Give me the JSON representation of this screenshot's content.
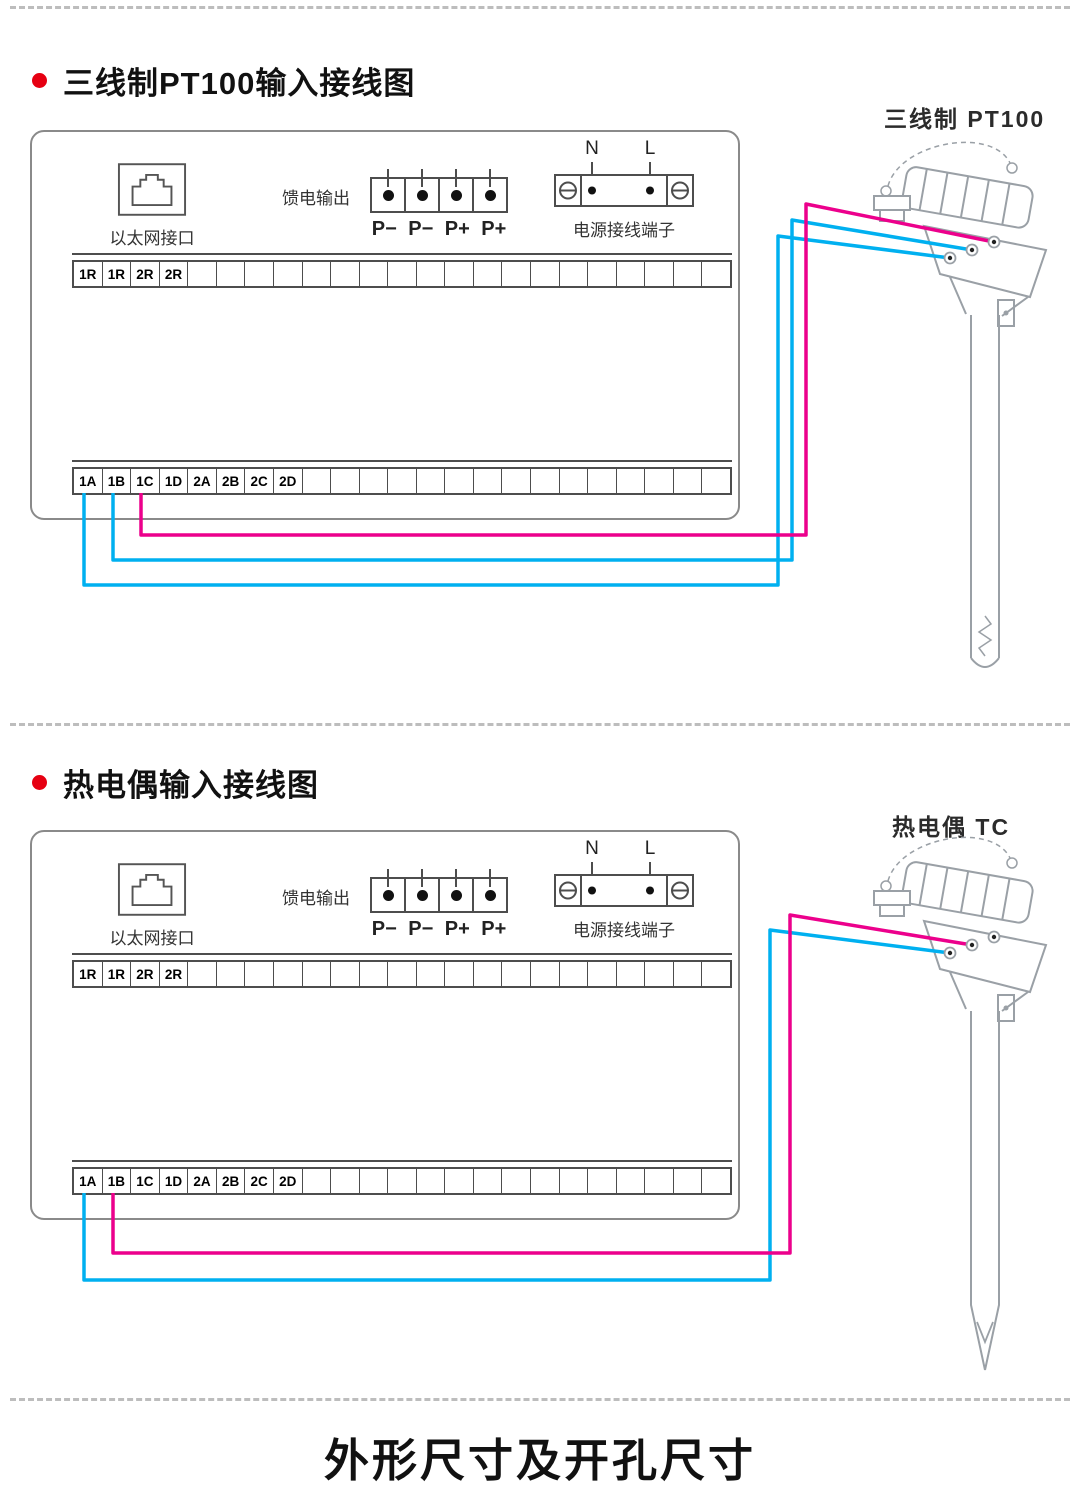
{
  "page": {
    "bullet_red": "#e60012",
    "wire_pink": "#ec008c",
    "wire_cyan": "#00b0f0",
    "sensor_gray": "#9aa0a6"
  },
  "icons": {
    "ethernet": "rj45-jack",
    "power_screw": "circle-plus-screw",
    "feed_terminal": "filled-circle-screw"
  },
  "section1": {
    "title": "三线制PT100输入接线图",
    "sensor_label": "三线制 PT100"
  },
  "section2": {
    "title": "热电偶输入接线图",
    "sensor_label": "热电偶 TC"
  },
  "panel": {
    "ethernet_label": "以太网接口",
    "feed_label": "馈电输出",
    "feed_terminals": [
      "P−",
      "P−",
      "P+",
      "P+"
    ],
    "power_n": "N",
    "power_l": "L",
    "power_label": "电源接线端子",
    "top_strip_labels": [
      "1R",
      "1R",
      "2R",
      "2R"
    ],
    "bottom_strip_labels": [
      "1A",
      "1B",
      "1C",
      "1D",
      "2A",
      "2B",
      "2C",
      "2D"
    ],
    "cell_count": 23
  },
  "footer": {
    "title": "外形尺寸及开孔尺寸"
  }
}
